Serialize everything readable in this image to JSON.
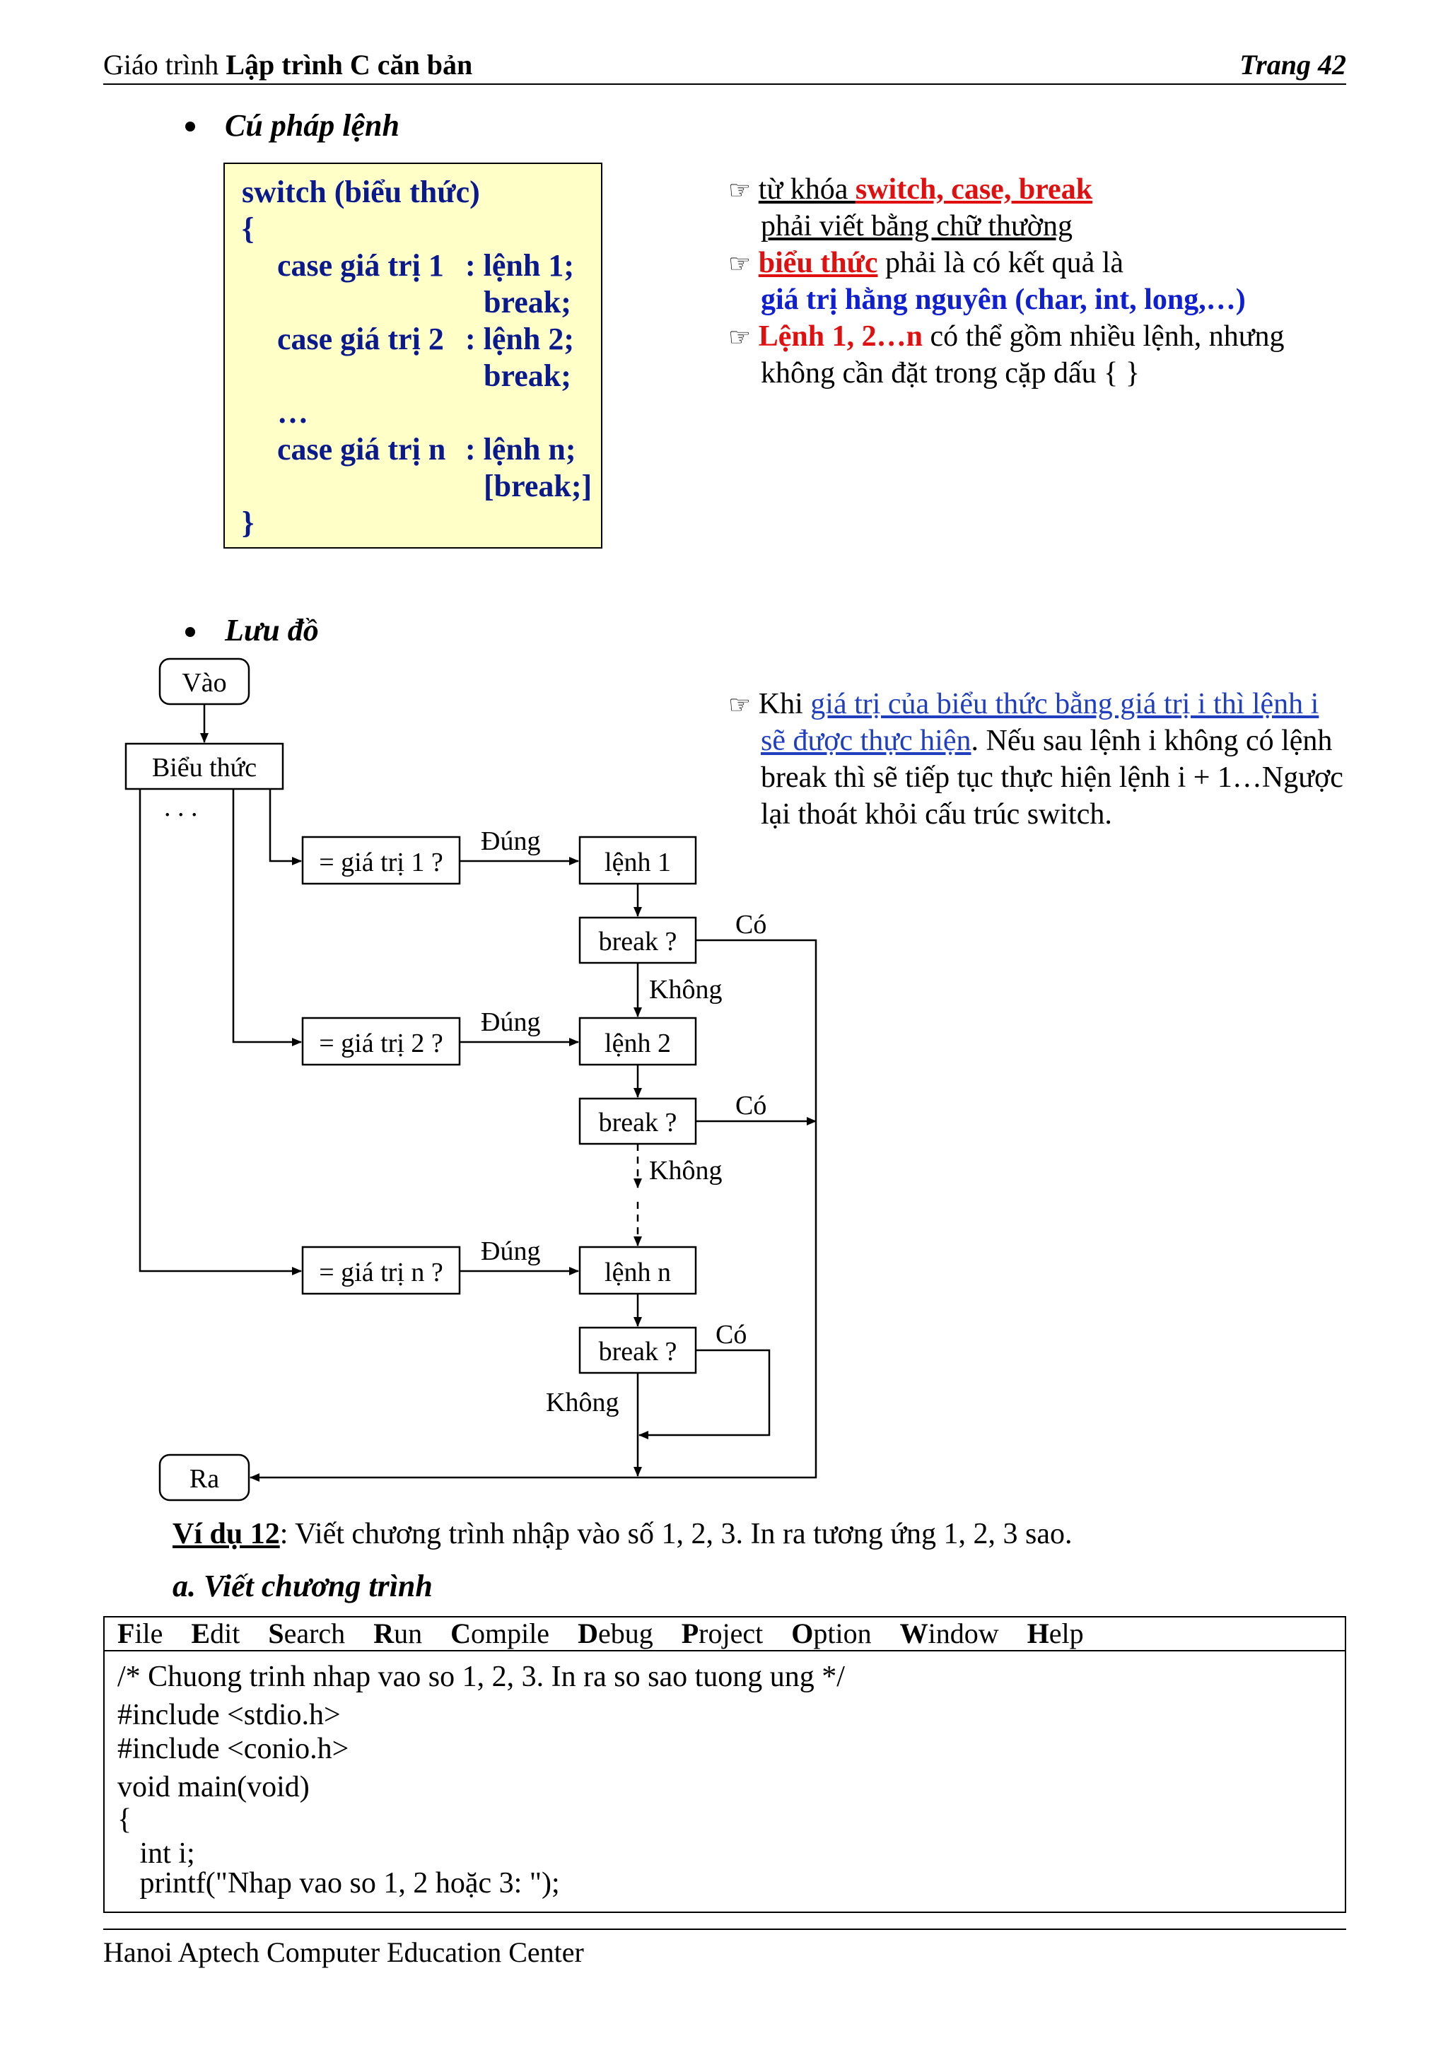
{
  "header": {
    "left_prefix": "Giáo trình ",
    "left_bold": "Lập trình C căn bản",
    "right": "Trang 42"
  },
  "section1": {
    "title": "Cú pháp lệnh"
  },
  "syntax": [
    "switch (biểu thức)",
    "{",
    "case giá trị 1",
    ": lệnh 1;",
    "break;",
    "case giá trị 2",
    ": lệnh 2;",
    "break;",
    "…",
    "case giá trị n",
    ": lệnh n;",
    "[break;]",
    "}"
  ],
  "notes": {
    "n1_a": "từ khóa ",
    "n1_b": "switch, case, break",
    "n1_c": "phải viết bằng chữ thường",
    "n2_a": "biểu thức",
    "n2_b": " phải là có kết quả là",
    "n2_c": "giá trị hằng nguyên (char, int, long,…)",
    "n3_a": "Lệnh 1, 2…n",
    "n3_b": " có thể gồm nhiều lệnh, nhưng",
    "n3_c": "không cần đặt trong cặp dấu { }",
    "n4_a": "Khi ",
    "n4_b": "giá trị của biểu thức bằng giá trị i thì lệnh i",
    "n4_c": "sẽ được thực hiện",
    "n4_d": ". Nếu sau lệnh i không có lệnh",
    "n4_e": "break thì sẽ tiếp tục thực hiện lệnh i + 1…Ngược",
    "n4_f": "lại thoát khỏi cấu trúc switch."
  },
  "section2": {
    "title": "Lưu đồ"
  },
  "flowchart": {
    "start": "Vào",
    "expr": "Biểu thức",
    "dots": ". . .",
    "cond1": "= giá trị 1 ?",
    "cond2": "= giá trị 2 ?",
    "condn": "= giá trị n ?",
    "stmt1": "lệnh 1",
    "stmt2": "lệnh 2",
    "stmtn": "lệnh n",
    "brk": "break ?",
    "yes": "Đúng",
    "co": "Có",
    "khong": "Không",
    "end": "Ra"
  },
  "example": {
    "label": "Ví dụ 12",
    "text": ": Viết chương trình nhập vào số 1, 2, 3. In ra tương ứng 1, 2, 3 sao.",
    "subtitle": "a. Viết chương trình"
  },
  "editor": {
    "menu": [
      {
        "key": "F",
        "rest": "ile"
      },
      {
        "key": "E",
        "rest": "dit"
      },
      {
        "key": "S",
        "rest": "earch"
      },
      {
        "key": "R",
        "rest": "un"
      },
      {
        "key": "C",
        "rest": "ompile"
      },
      {
        "key": "D",
        "rest": "ebug"
      },
      {
        "key": "P",
        "rest": "roject"
      },
      {
        "key": "O",
        "rest": "ption"
      },
      {
        "key": "W",
        "rest": "indow"
      },
      {
        "key": "H",
        "rest": "elp"
      }
    ],
    "code": [
      "/* Chuong trinh nhap vao so 1, 2, 3. In ra so sao tuong ung */",
      "#include <stdio.h>",
      "#include <conio.h>",
      "void main(void)",
      "{",
      "   int i;",
      "   printf(\"Nhap vao so 1, 2 hoặc 3: \");"
    ]
  },
  "footer": {
    "text": "Hanoi Aptech Computer Education Center"
  }
}
